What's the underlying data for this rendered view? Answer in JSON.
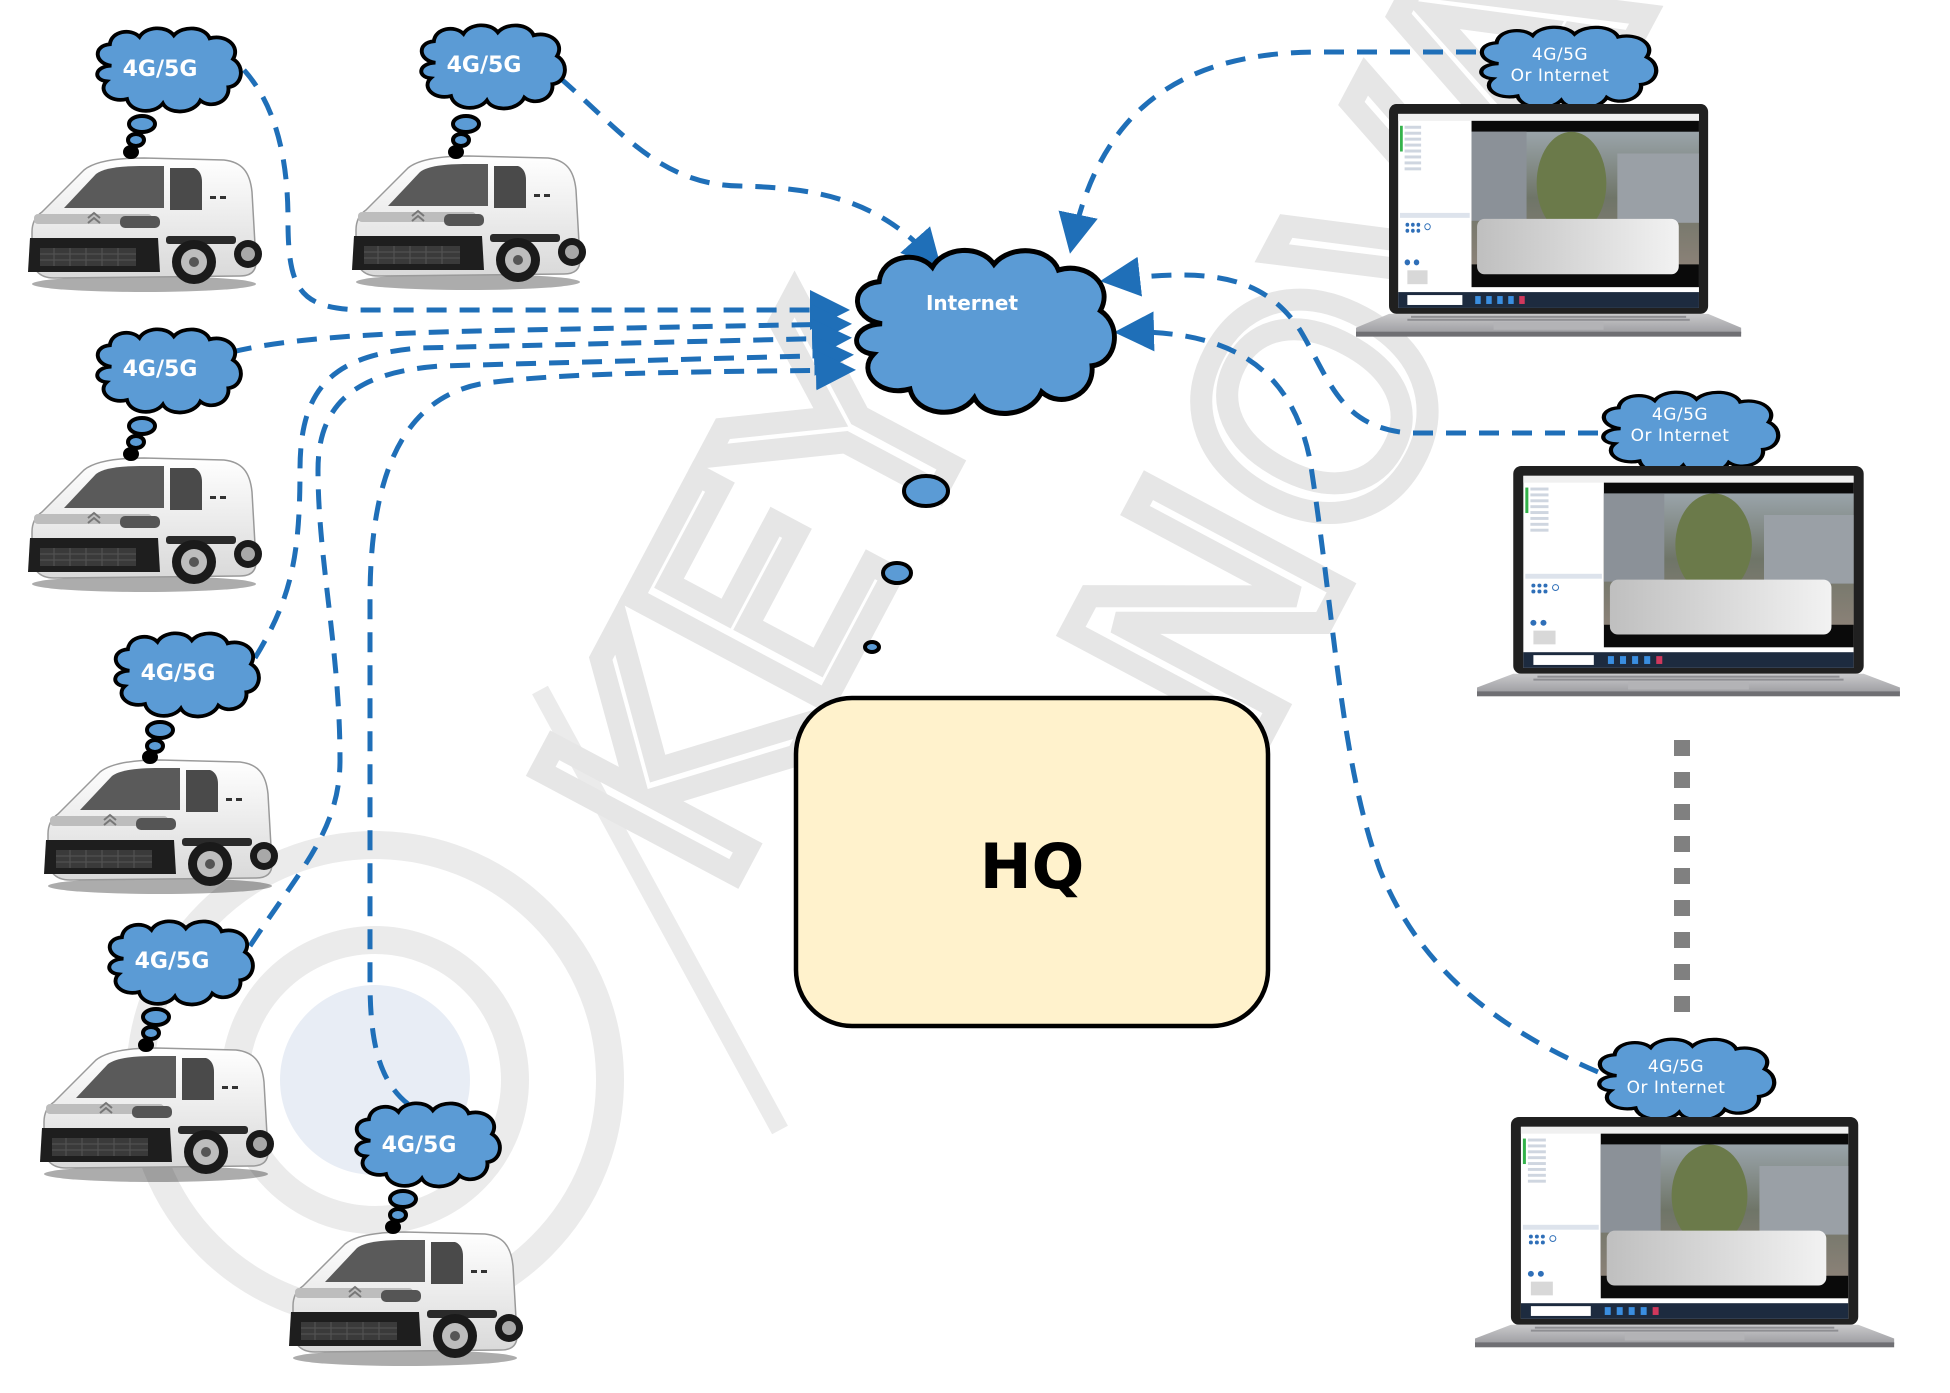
{
  "diagram": {
    "title": "Fleet vehicle video streaming architecture",
    "colors": {
      "cloud_fill": "#5b9bd5",
      "cloud_stroke": "#000000",
      "connector": "#1f6fb8",
      "hq_fill": "#fff2cc",
      "hq_stroke": "#000000",
      "continuation_dots": "#808080",
      "watermark": "#e6e6e6"
    },
    "internet": {
      "label": "Internet"
    },
    "hq": {
      "label": "HQ"
    },
    "vehicles": [
      {
        "id": "van-1",
        "cloud_label": "4G/5G"
      },
      {
        "id": "van-2",
        "cloud_label": "4G/5G"
      },
      {
        "id": "van-3",
        "cloud_label": "4G/5G"
      },
      {
        "id": "van-4",
        "cloud_label": "4G/5G"
      },
      {
        "id": "van-5",
        "cloud_label": "4G/5G"
      },
      {
        "id": "van-6",
        "cloud_label": "4G/5G"
      }
    ],
    "clients": [
      {
        "id": "laptop-1",
        "cloud_line1": "4G/5G",
        "cloud_line2": "Or Internet"
      },
      {
        "id": "laptop-2",
        "cloud_line1": "4G/5G",
        "cloud_line2": "Or Internet"
      },
      {
        "id": "laptop-3",
        "cloud_line1": "4G/5G",
        "cloud_line2": "Or Internet"
      }
    ],
    "watermark": {
      "left": "KEY",
      "right": "NOVATES"
    }
  }
}
